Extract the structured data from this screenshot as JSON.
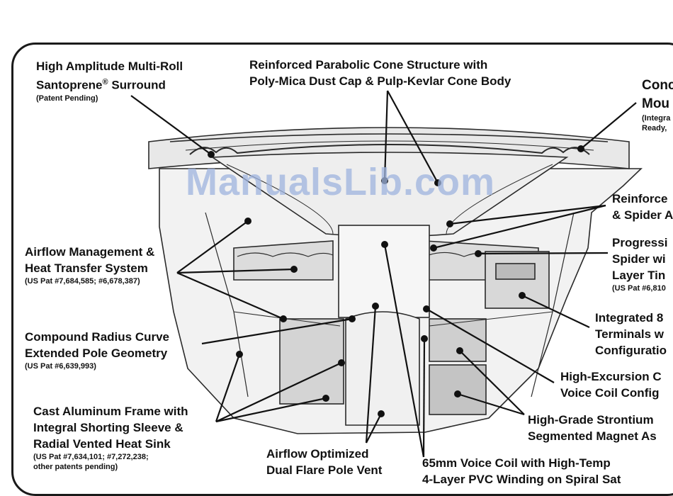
{
  "watermark": "ManualsLib.com",
  "labels": {
    "surround": {
      "line1": "High Amplitude Multi-Roll",
      "line2_main": "Santoprene",
      "line2_sup": "®",
      "line2_rest": " Surround",
      "note": "(Patent Pending)"
    },
    "cone": {
      "line1": "Reinforced Parabolic Cone Structure with",
      "line2": "Poly-Mica Dust Cap & Pulp-Kevlar Cone Body"
    },
    "mount": {
      "line1": "Conc",
      "line2": "Mou",
      "note1": "(Integra",
      "note2": "Ready,"
    },
    "reinforce": {
      "line1": "Reinforce",
      "line2": "& Spider A"
    },
    "progressive": {
      "line1": "Progressi",
      "line2": "Spider wi",
      "line3": "Layer Tin",
      "note": "(US Pat #6,810"
    },
    "airflow": {
      "line1": "Airflow Management &",
      "line2": "Heat Transfer System",
      "note": "(US Pat #7,684,585; #6,678,387)"
    },
    "integrated": {
      "line1": "Integrated 8",
      "line2": "Terminals w",
      "line3": "Configuratio"
    },
    "compound": {
      "line1": "Compound Radius Curve",
      "line2": "Extended Pole Geometry",
      "note": "(US Pat #6,639,993)"
    },
    "excursion": {
      "line1": "High-Excursion C",
      "line2": "Voice Coil Config"
    },
    "strontium": {
      "line1": "High-Grade Strontium",
      "line2": "Segmented Magnet As"
    },
    "frame": {
      "line1": "Cast Aluminum Frame with",
      "line2": "Integral Shorting Sleeve &",
      "line3": "Radial Vented Heat Sink",
      "note1": "(US Pat #7,634,101; #7,272,238;",
      "note2": "other patents pending)"
    },
    "polevent": {
      "line1": "Airflow Optimized",
      "line2": "Dual Flare Pole Vent"
    },
    "voicecoil": {
      "line1": "65mm Voice Coil with High-Temp",
      "line2": "4-Layer PVC Winding on Spiral Sat"
    }
  }
}
